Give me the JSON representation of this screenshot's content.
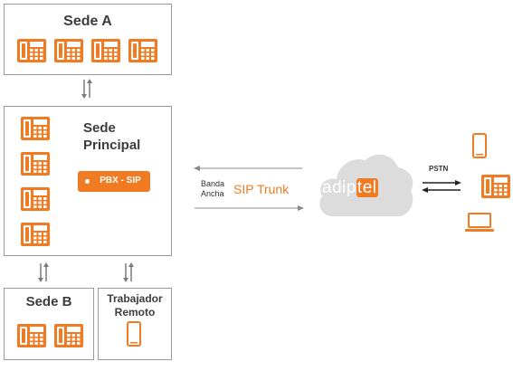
{
  "sites": {
    "sede_a": {
      "title": "Sede A"
    },
    "sede_principal": {
      "title_line1": "Sede",
      "title_line2": "Principal"
    },
    "sede_b": {
      "title": "Sede B"
    },
    "remote": {
      "title_line1": "Trabajador",
      "title_line2": "Remoto"
    }
  },
  "pbx": {
    "label": "PBX - SIP"
  },
  "link": {
    "banda_line1": "Banda",
    "banda_line2": "Ancha",
    "sip_trunk": "SIP Trunk"
  },
  "provider": {
    "logo_prefix": "adip",
    "logo_highlight": "tel"
  },
  "pstn": {
    "label": "PSTN"
  },
  "colors": {
    "accent": "#f07b22",
    "cloud": "#dedede",
    "border": "#9a9a9a",
    "arrow": "#7a7a7a"
  },
  "icons": [
    "desk-phone-icon",
    "smartphone-icon",
    "laptop-icon",
    "cloud-icon",
    "updown-arrows-icon"
  ]
}
